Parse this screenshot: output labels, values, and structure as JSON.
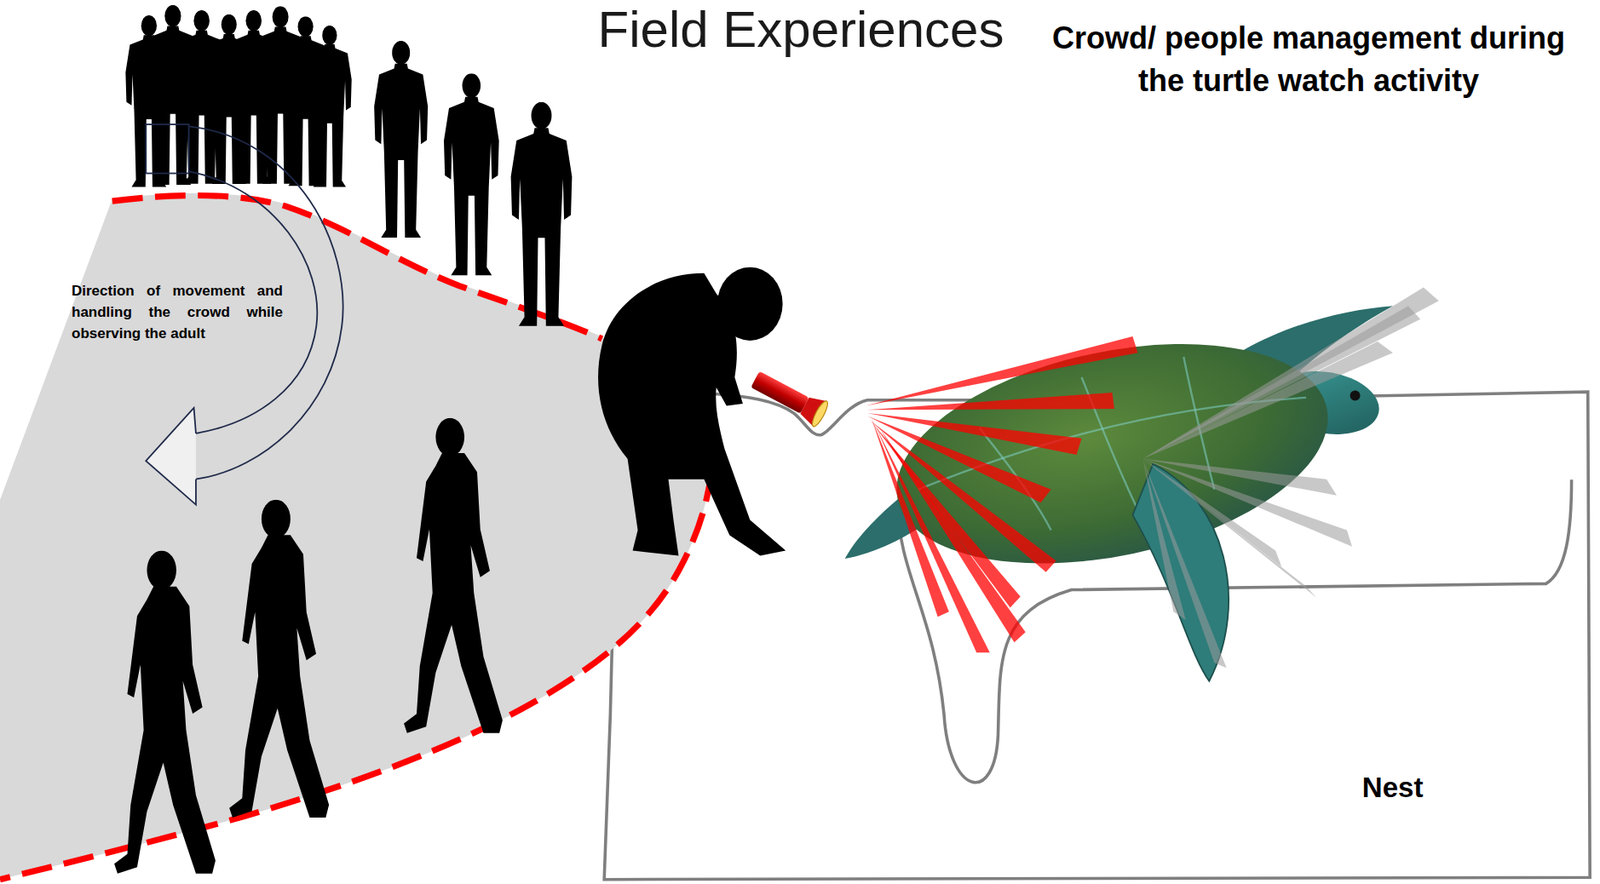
{
  "diagram": {
    "title": "Field Experiences",
    "nodes": [
      {
        "text": [
          "Direction of movement and handling the crowd while observing the adult"
        ]
      },
      {
        "text": [
          "Nest"
        ]
      }
    ],
    "labels": [
      "Crowd/ people management during the turtle watch activity"
    ]
  }
}
